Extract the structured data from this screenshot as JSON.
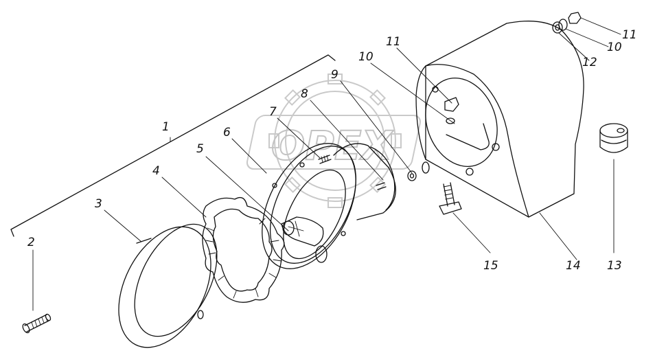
{
  "diagram": {
    "watermark": "OPEX",
    "callouts": [
      {
        "id": "c1",
        "label": "1"
      },
      {
        "id": "c2",
        "label": "2"
      },
      {
        "id": "c3",
        "label": "3"
      },
      {
        "id": "c4",
        "label": "4"
      },
      {
        "id": "c5",
        "label": "5"
      },
      {
        "id": "c6",
        "label": "6"
      },
      {
        "id": "c7",
        "label": "7"
      },
      {
        "id": "c8",
        "label": "8"
      },
      {
        "id": "c9",
        "label": "9"
      },
      {
        "id": "c10a",
        "label": "10"
      },
      {
        "id": "c11a",
        "label": "11"
      },
      {
        "id": "c10b",
        "label": "10"
      },
      {
        "id": "c11b",
        "label": "11"
      },
      {
        "id": "c12",
        "label": "12"
      },
      {
        "id": "c13",
        "label": "13"
      },
      {
        "id": "c14",
        "label": "14"
      },
      {
        "id": "c15",
        "label": "15"
      }
    ]
  }
}
